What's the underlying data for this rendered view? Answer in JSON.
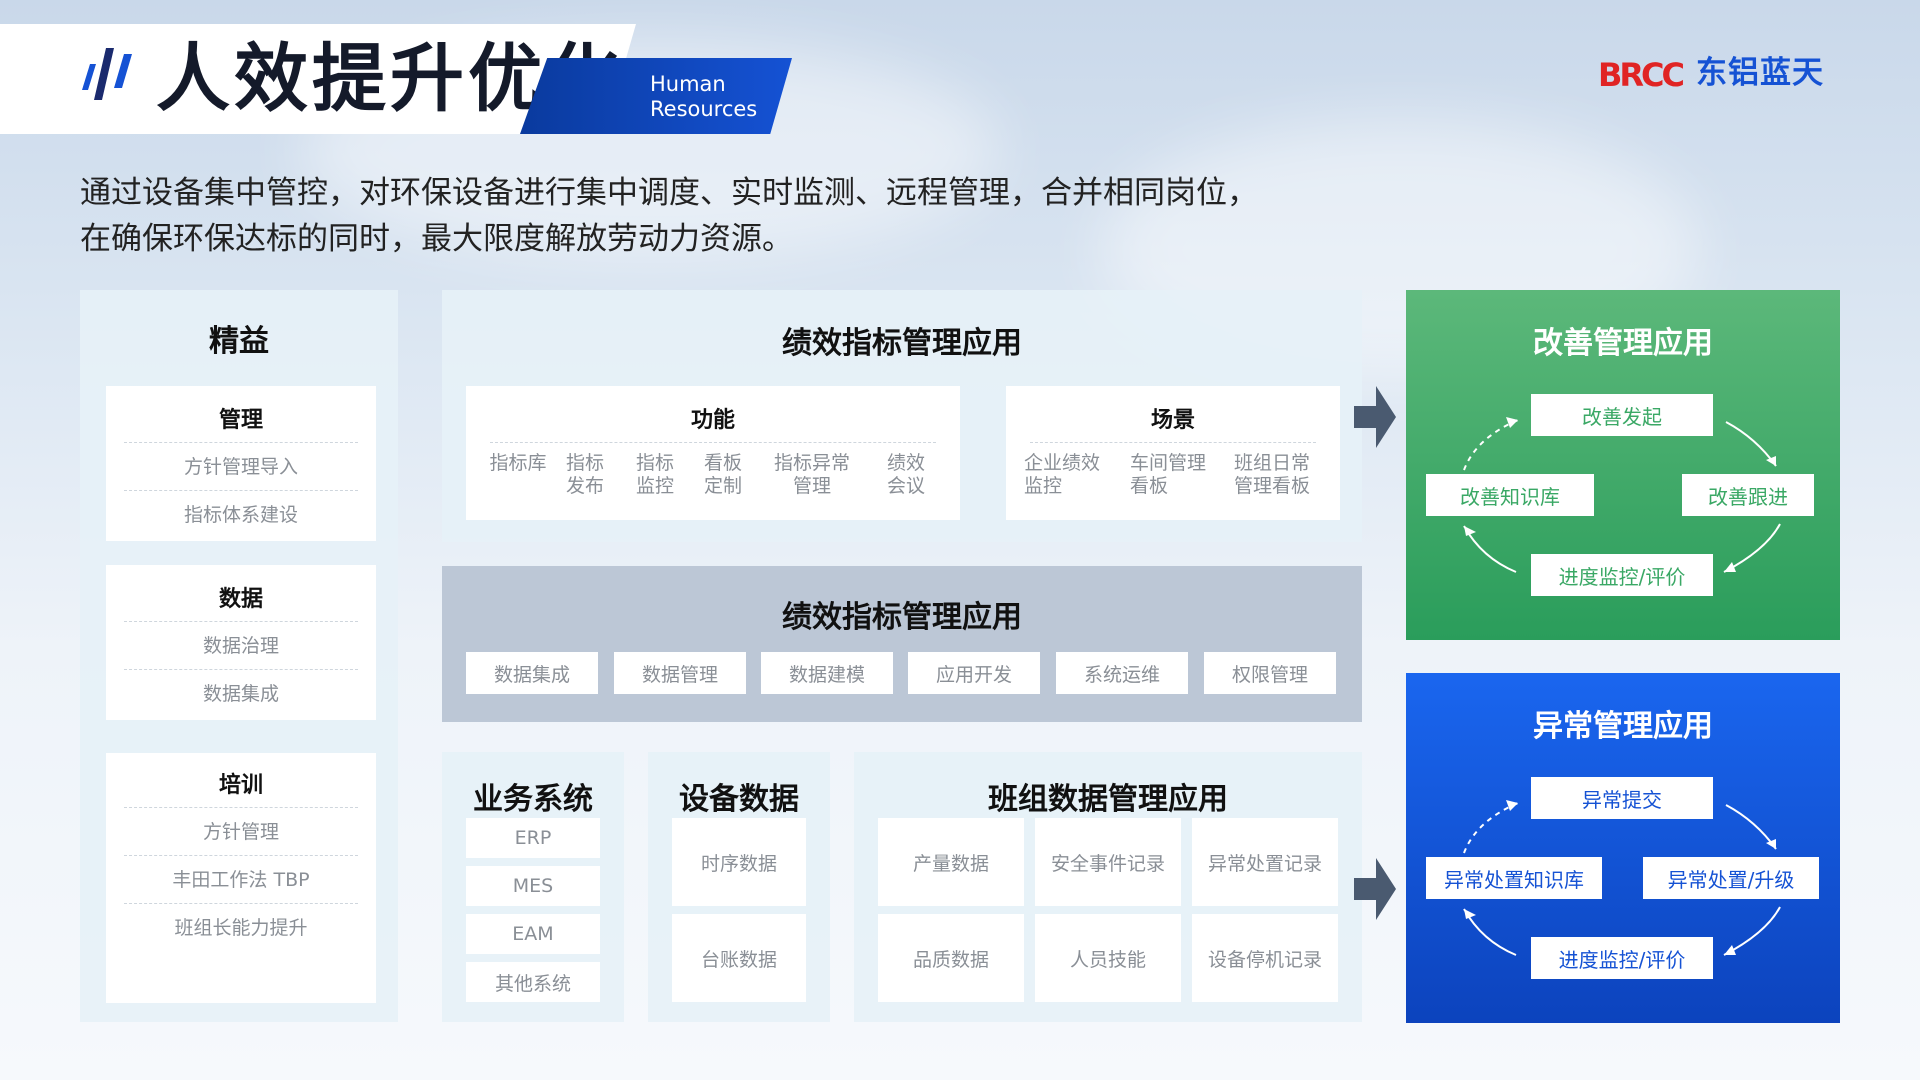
{
  "header": {
    "title": "人效提升优化",
    "subtitle_line1": "Human",
    "subtitle_line2": "Resources",
    "logo_mark": "BRCC",
    "logo_text": "东铝蓝天"
  },
  "intro": {
    "line1": "通过设备集中管控，对环保设备进行集中调度、实时监测、远程管理，合并相同岗位，",
    "line2": "在确保环保达标的同时，最大限度解放劳动力资源。"
  },
  "left_panel": {
    "title": "精益",
    "groups": [
      {
        "title": "管理",
        "items": [
          "方针管理导入",
          "指标体系建设"
        ]
      },
      {
        "title": "数据",
        "items": [
          "数据治理",
          "数据集成"
        ]
      },
      {
        "title": "培训",
        "items": [
          "方针管理",
          "丰田工作法 TBP",
          "班组长能力提升"
        ]
      }
    ]
  },
  "perf_top": {
    "title": "绩效指标管理应用",
    "functions": {
      "title": "功能",
      "items": [
        [
          "指标库",
          ""
        ],
        [
          "指标",
          "发布"
        ],
        [
          "指标",
          "监控"
        ],
        [
          "看板",
          "定制"
        ],
        [
          "指标异常",
          "管理"
        ],
        [
          "绩效",
          "会议"
        ]
      ]
    },
    "scenes": {
      "title": "场景",
      "items": [
        [
          "企业绩效",
          "监控"
        ],
        [
          "车间管理",
          "看板"
        ],
        [
          "班组日常",
          "管理看板"
        ]
      ]
    }
  },
  "perf_mid": {
    "title": "绩效指标管理应用",
    "items": [
      "数据集成",
      "数据管理",
      "数据建模",
      "应用开发",
      "系统运维",
      "权限管理"
    ]
  },
  "business": {
    "title": "业务系统",
    "items": [
      "ERP",
      "MES",
      "EAM",
      "其他系统"
    ]
  },
  "equipment": {
    "title": "设备数据",
    "items": [
      "时序数据",
      "台账数据"
    ]
  },
  "team": {
    "title": "班组数据管理应用",
    "items": [
      "产量数据",
      "安全事件记录",
      "异常处置记录",
      "品质数据",
      "人员技能",
      "设备停机记录"
    ]
  },
  "improve": {
    "title": "改善管理应用",
    "top": "改善发起",
    "right": "改善跟进",
    "bottom": "进度监控/评价",
    "left": "改善知识库",
    "bg_start": "#5cb87a",
    "bg_end": "#2a9d5b",
    "text_color": "#3aa865"
  },
  "anomaly": {
    "title": "异常管理应用",
    "top": "异常提交",
    "right": "异常处置/升级",
    "bottom": "进度监控/评价",
    "left": "异常处置知识库",
    "bg_start": "#1a66ef",
    "bg_end": "#0c43bd",
    "text_color": "#1552d4"
  }
}
